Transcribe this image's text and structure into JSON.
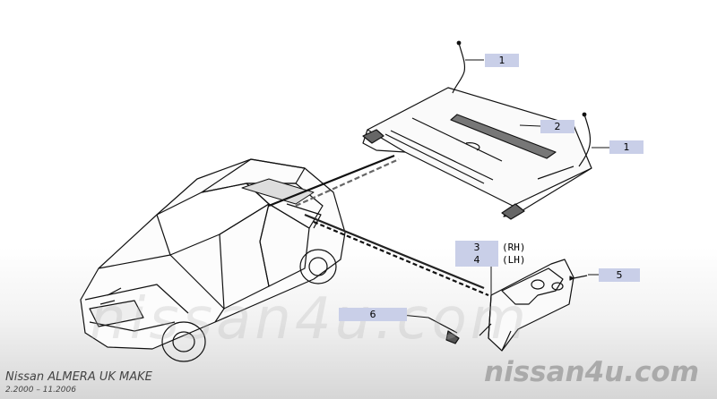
{
  "callouts": [
    {
      "id": "1",
      "note": ""
    },
    {
      "id": "2",
      "note": ""
    },
    {
      "id": "1",
      "note": ""
    },
    {
      "id": "3",
      "note": "(RH)"
    },
    {
      "id": "4",
      "note": "(LH)"
    },
    {
      "id": "5",
      "note": ""
    },
    {
      "id": "6",
      "note": ""
    }
  ],
  "watermark": "nissan4u.com",
  "footer": {
    "model": "Nissan ALMERA UK MAKE",
    "dates": "2.2000 – 11.2006",
    "brand": "nissan4u.com"
  }
}
